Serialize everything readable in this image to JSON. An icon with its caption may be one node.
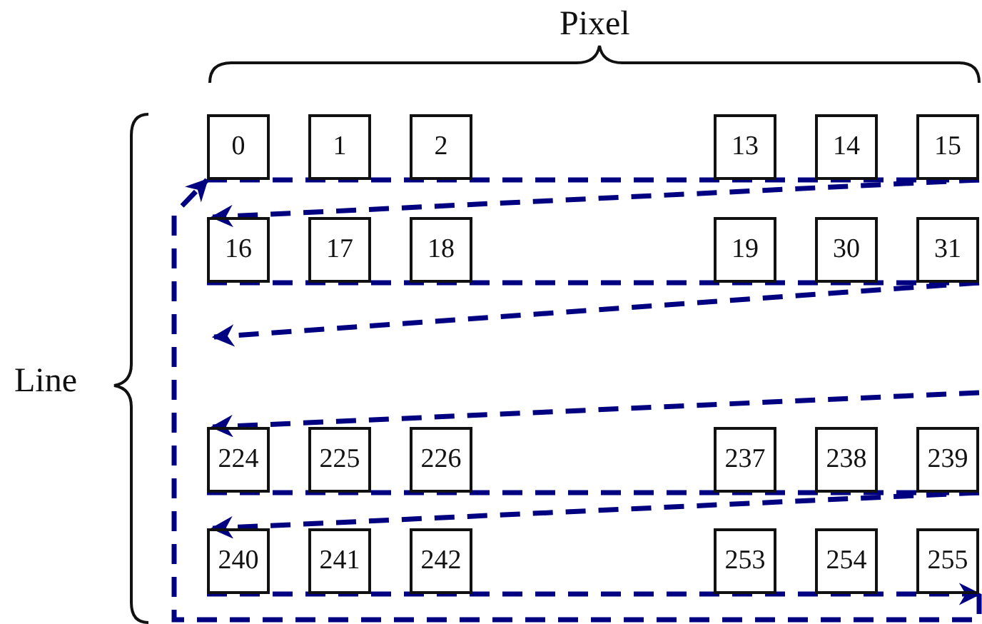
{
  "diagram": {
    "nodes": [
      {
        "text": [
          "0"
        ]
      },
      {
        "text": [
          "1"
        ]
      },
      {
        "text": [
          "2"
        ]
      },
      {
        "text": [
          "13"
        ]
      },
      {
        "text": [
          "14"
        ]
      },
      {
        "text": [
          "15"
        ]
      },
      {
        "text": [
          "16"
        ]
      },
      {
        "text": [
          "17"
        ]
      },
      {
        "text": [
          "18"
        ]
      },
      {
        "text": [
          "19"
        ]
      },
      {
        "text": [
          "30"
        ]
      },
      {
        "text": [
          "31"
        ]
      },
      {
        "text": [
          "224"
        ]
      },
      {
        "text": [
          "225"
        ]
      },
      {
        "text": [
          "226"
        ]
      },
      {
        "text": [
          "237"
        ]
      },
      {
        "text": [
          "238"
        ]
      },
      {
        "text": [
          "239"
        ]
      },
      {
        "text": [
          "240"
        ]
      },
      {
        "text": [
          "241"
        ]
      },
      {
        "text": [
          "242"
        ]
      },
      {
        "text": [
          "253"
        ]
      },
      {
        "text": [
          "254"
        ]
      },
      {
        "text": [
          "255"
        ]
      }
    ],
    "edges": [
      {
        "from": 0,
        "to": 5,
        "arrow": "none",
        "style": "dashed"
      },
      {
        "from": 5,
        "to": 6,
        "arrow": "to",
        "style": "dashed"
      },
      {
        "from": 6,
        "to": 11,
        "arrow": "none",
        "style": "dashed"
      },
      {
        "from": 11,
        "to": null,
        "arrow": "to",
        "style": "dashed"
      },
      {
        "from": null,
        "to": 12,
        "arrow": "to",
        "style": "dashed"
      },
      {
        "from": 12,
        "to": 17,
        "arrow": "none",
        "style": "dashed"
      },
      {
        "from": 17,
        "to": 18,
        "arrow": "to",
        "style": "dashed"
      },
      {
        "from": 18,
        "to": 23,
        "arrow": "to",
        "style": "dashed"
      },
      {
        "from": 23,
        "to": 0,
        "arrow": "to",
        "style": "dashed"
      }
    ],
    "labels": [
      "Pixel",
      "Line"
    ]
  }
}
